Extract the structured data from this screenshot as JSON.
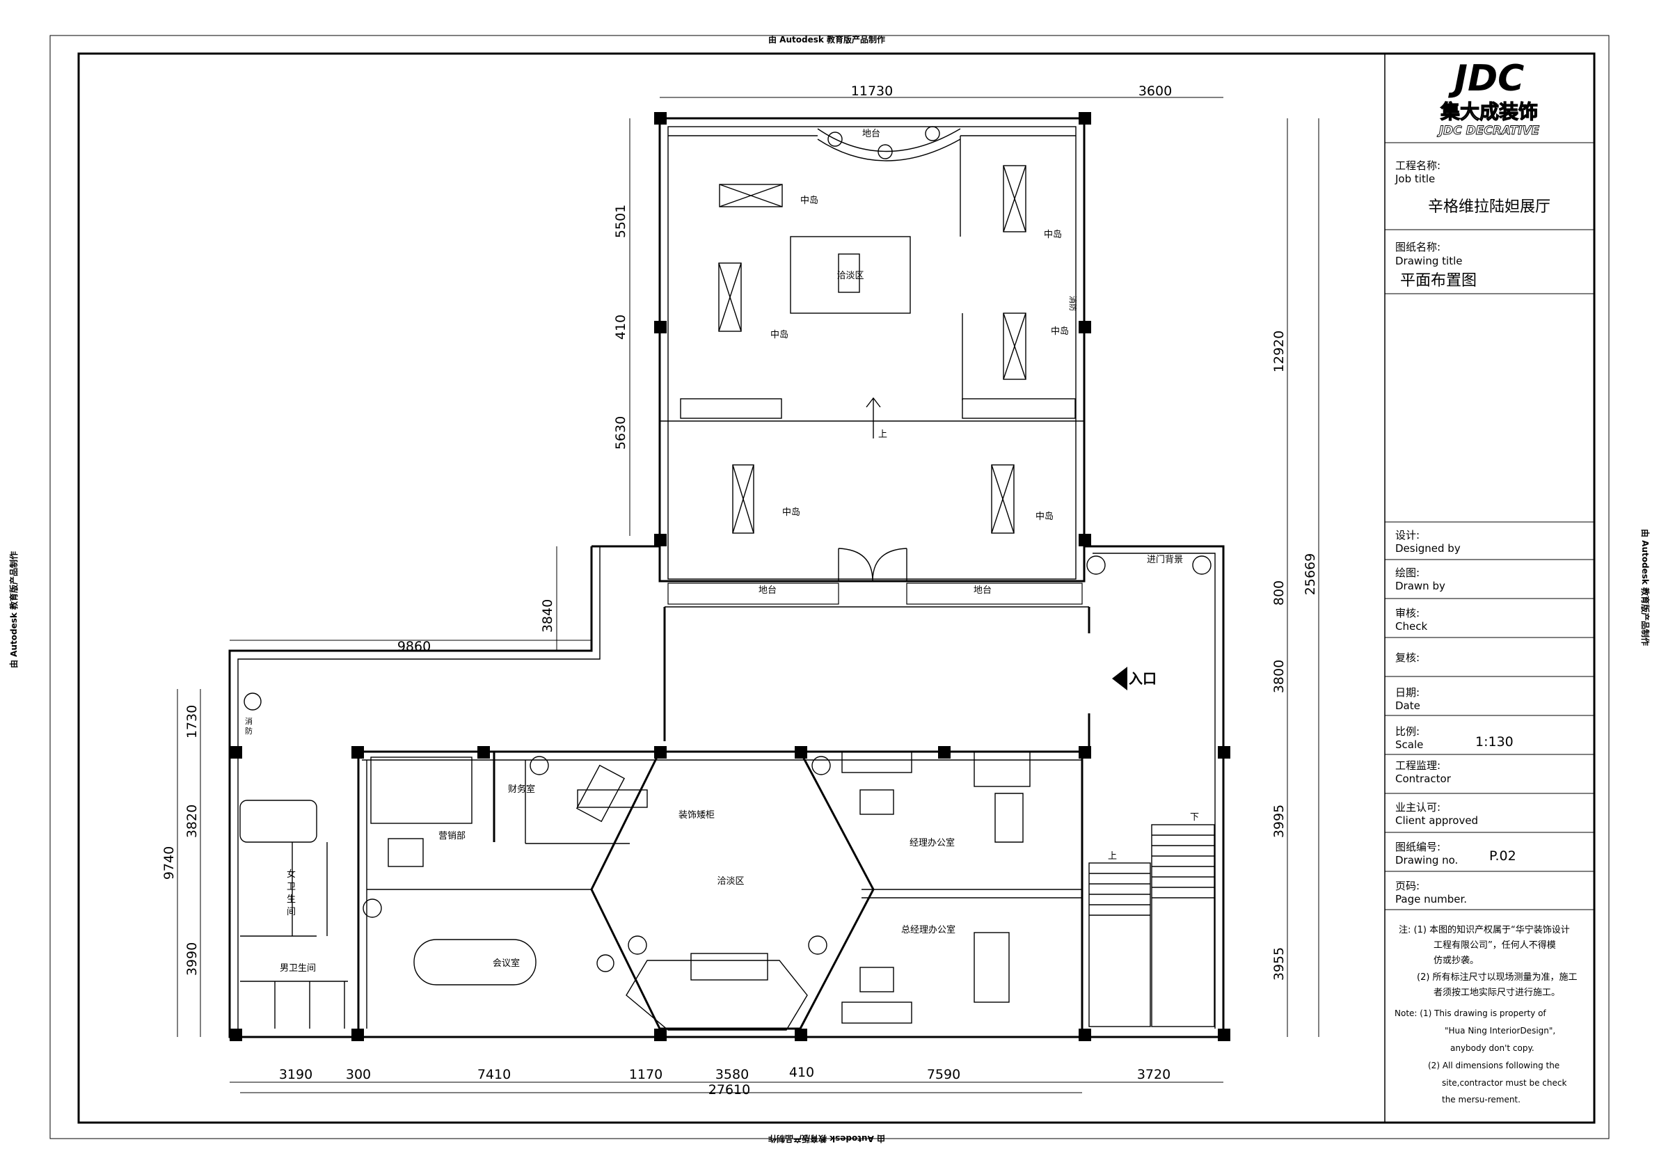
{
  "watermark": "由 Autodesk 教育版产品制作",
  "title_block": {
    "logo": "JDC",
    "logo_cn": "集大成装饰",
    "logo_en": "JDC DECRATIVE",
    "job_label_cn": "工程名称:",
    "job_label_en": "Job title",
    "job_value": "辛格维拉陆妲展厅",
    "drawing_label_cn": "图纸名称:",
    "drawing_label_en": "Drawing title",
    "drawing_value": "平面布置图",
    "designed_cn": "设计:",
    "designed_en": "Designed by",
    "drawn_cn": "绘图:",
    "drawn_en": "Drawn by",
    "check_cn": "审核:",
    "check_en": "Check",
    "review_cn": "复核:",
    "date_cn": "日期:",
    "date_en": "Date",
    "scale_cn": "比例:",
    "scale_en": "Scale",
    "scale_value": "1:130",
    "contractor_cn": "工程监理:",
    "contractor_en": "Contractor",
    "client_cn": "业主认可:",
    "client_en": "Client approved",
    "drawing_no_cn": "图纸编号:",
    "drawing_no_en": "Drawing no.",
    "drawing_no_value": "P.02",
    "page_cn": "页码:",
    "page_en": "Page number.",
    "note_cn_1": "注: (1) 本图的知识产权属于“华宁装饰设计",
    "note_cn_2": "工程有限公司”，任何人不得模",
    "note_cn_3": "仿或抄袭。",
    "note_cn_4": "(2) 所有标注尺寸以现场测量为准，施工",
    "note_cn_5": "者须按工地实际尺寸进行施工。",
    "note_en_1": "Note:  (1) This drawing is property of",
    "note_en_2": "\"Hua Ning InteriorDesign\",",
    "note_en_3": "anybody don't copy.",
    "note_en_4": "(2) All dimensions following the",
    "note_en_5": "site,contractor must be check",
    "note_en_6": "the mersu-rement."
  },
  "rooms": {
    "podium_top": "地台",
    "podium": "地台",
    "island": "中岛",
    "negotiation": "洽淡区",
    "fire": "消防",
    "fire_left_1": "消",
    "fire_left_2": "防",
    "up": "上",
    "down": "下",
    "entrance_bg": "进门背景",
    "finance": "财务室",
    "sales": "营销部",
    "deco_cabinet": "装饰矮柜",
    "negotiation_area": "洽淡区",
    "manager_office": "经理办公室",
    "gm_office": "总经理办公室",
    "meeting": "会议室",
    "female_wc_1": "女",
    "female_wc_2": "卫",
    "female_wc_3": "生",
    "female_wc_4": "间",
    "male_wc": "男卫生间",
    "entry_sign": "入口"
  },
  "dims": {
    "top_11730": "11730",
    "top_3600": "3600",
    "left_5501": "5501",
    "left_410": "410",
    "left_5630": "5630",
    "left_3840": "3840",
    "mid_9860": "9860",
    "right_12920": "12920",
    "right_25669": "25669",
    "right_800": "800",
    "right_3800": "3800",
    "right_3995": "3995",
    "right_3955": "3955",
    "left_1730": "1730",
    "left_3820": "3820",
    "left_9740": "9740",
    "left_3990": "3990",
    "bot_3190": "3190",
    "bot_300": "300",
    "bot_7410": "7410",
    "bot_1170": "1170",
    "bot_3580": "3580",
    "bot_410": "410",
    "bot_7590": "7590",
    "bot_3720": "3720",
    "bot_27610": "27610"
  }
}
